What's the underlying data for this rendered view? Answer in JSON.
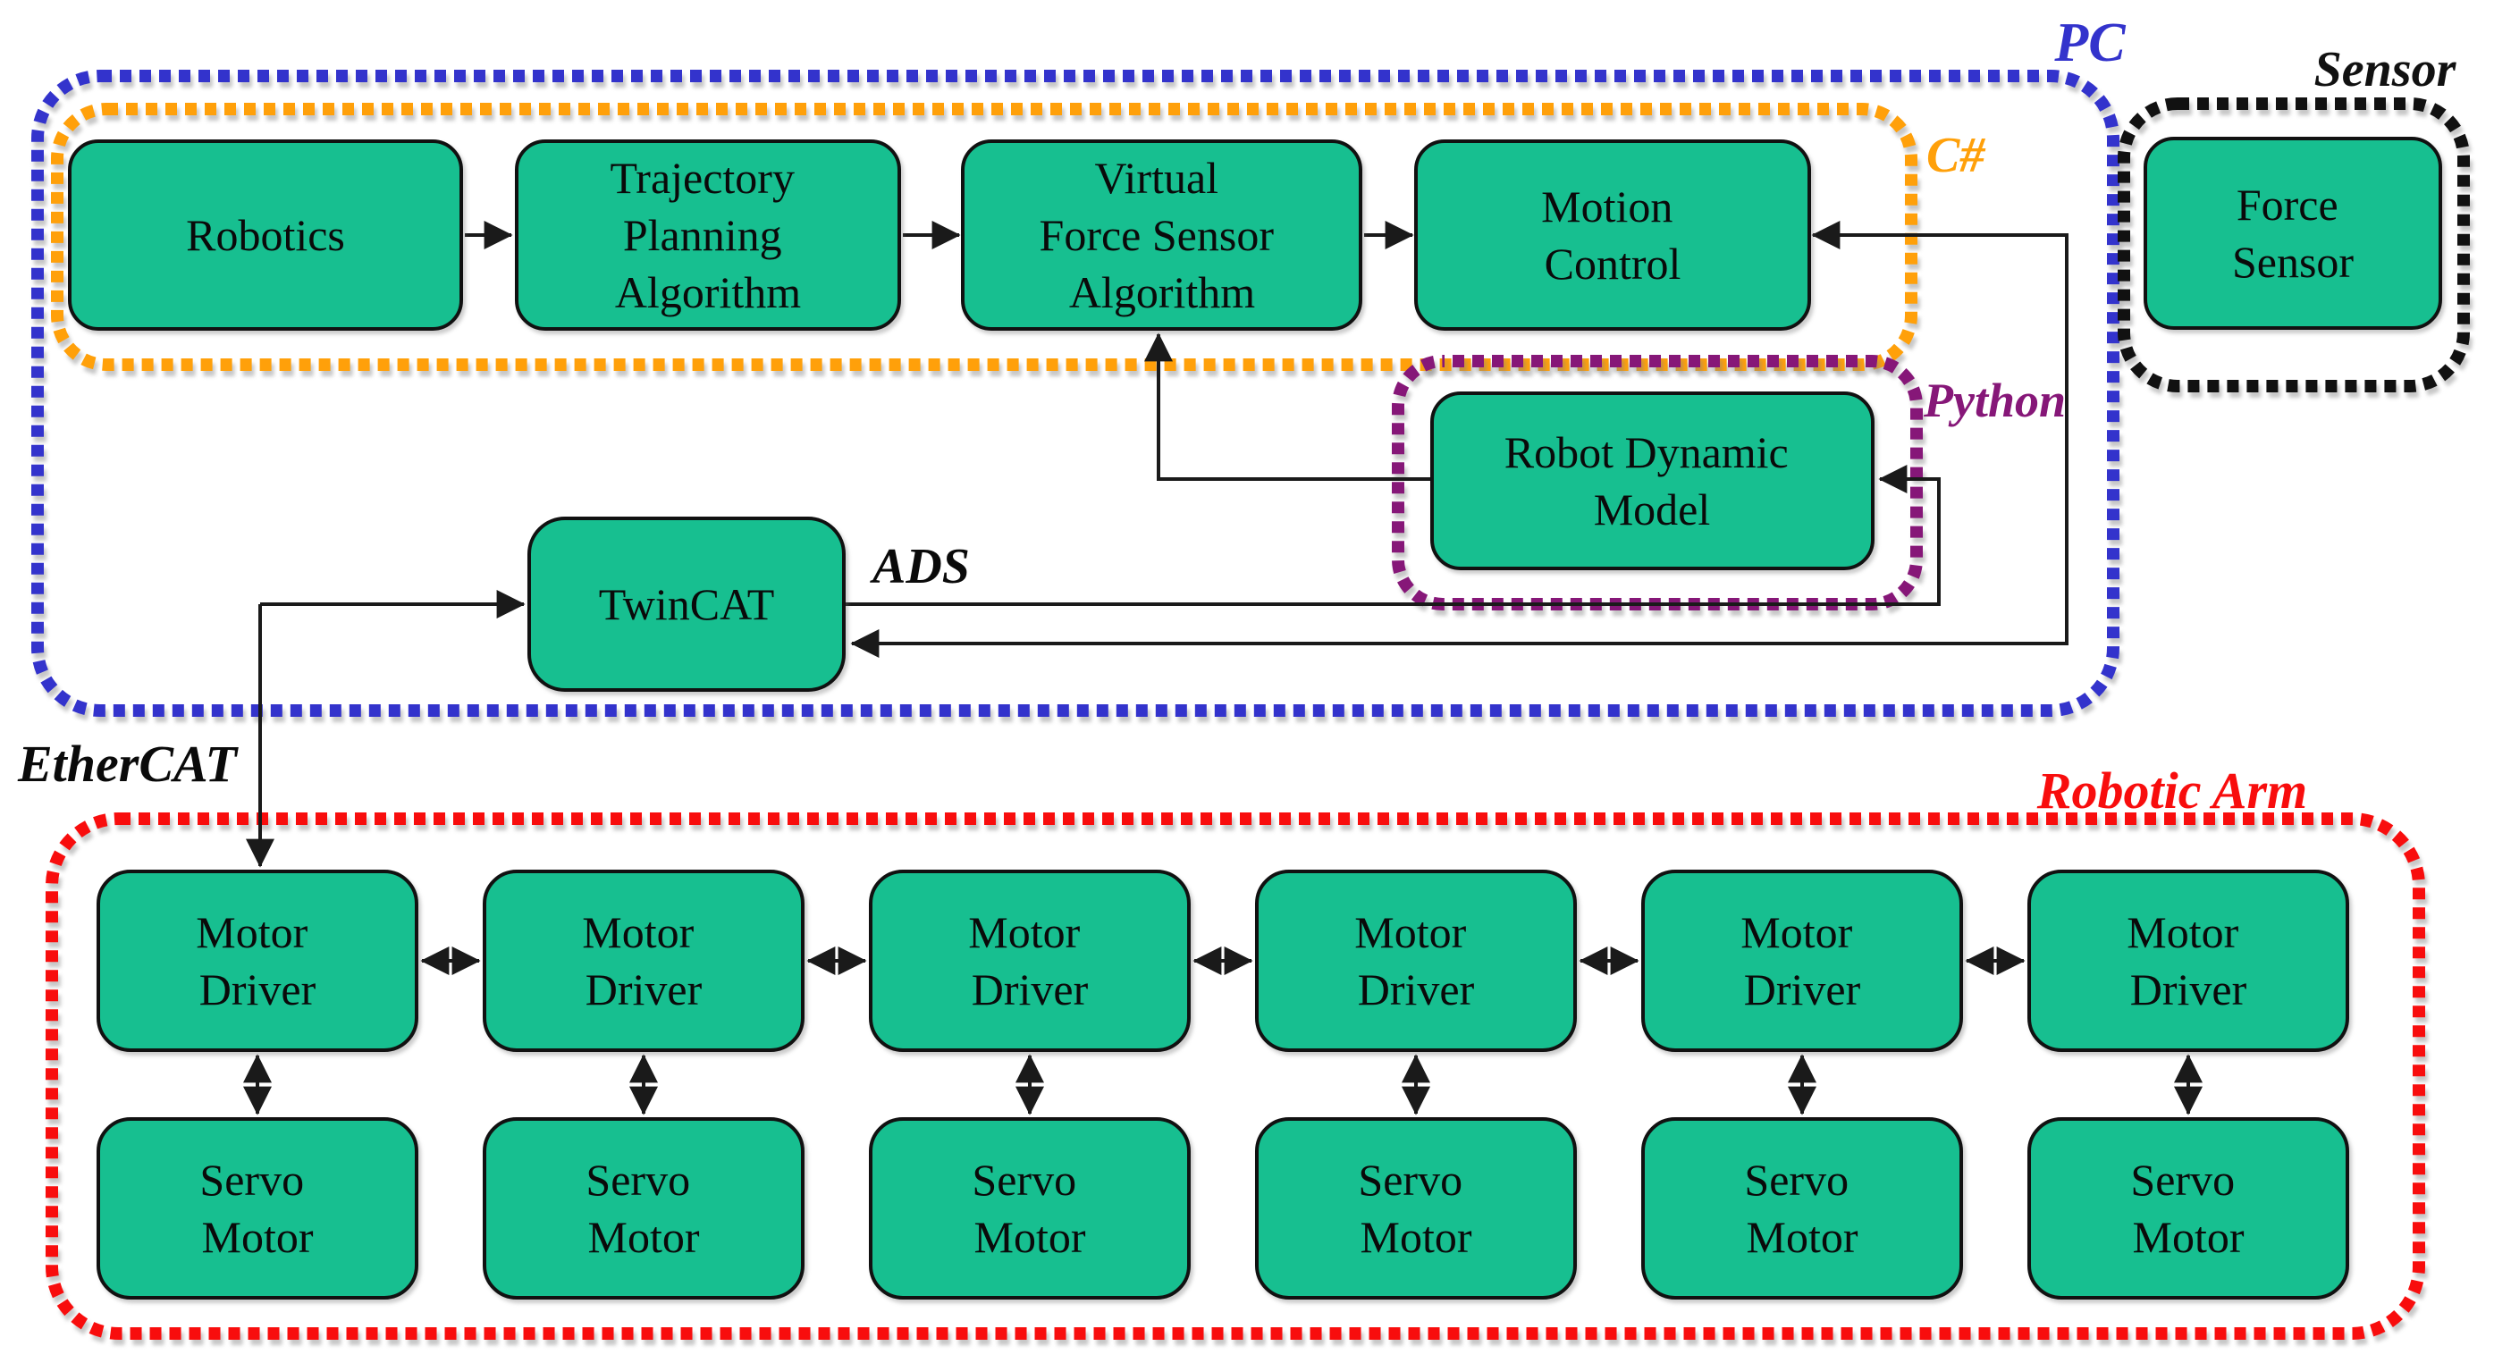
{
  "figure": {
    "type": "robot-control-system-architecture-diagram"
  },
  "colors": {
    "box_fill": "#17bf90",
    "box_border": "#111111",
    "line_black": "#1a1a1a",
    "pc_blue": "#3333cc",
    "csharp_orange": "#ffa00a",
    "python_purple": "#861778",
    "sensor_black": "#111111",
    "robotic_arm_red": "#f80d0d"
  },
  "containers": {
    "pc": "PC",
    "csharp": "C#",
    "python": "Python",
    "sensor": "Sensor",
    "robotic_arm": "Robotic Arm"
  },
  "links": {
    "ads": "ADS",
    "ethercat": "EtherCAT"
  },
  "boxes": {
    "robotics": "Robotics",
    "trajectory_planning": {
      "line1": "Trajectory",
      "line2": "Planning",
      "line3": "Algorithm"
    },
    "virtual_force_sensor": {
      "line1": "Virtual",
      "line2": "Force Sensor",
      "line3": "Algorithm"
    },
    "motion_control": {
      "line1": "Motion",
      "line2": "Control"
    },
    "robot_dynamic_model": {
      "line1": "Robot Dynamic",
      "line2": "Model"
    },
    "force_sensor": {
      "line1": "Force",
      "line2": "Sensor"
    },
    "twincat": "TwinCAT",
    "motor_driver": {
      "line1": "Motor",
      "line2": "Driver"
    },
    "servo_motor": {
      "line1": "Servo",
      "line2": "Motor"
    }
  }
}
